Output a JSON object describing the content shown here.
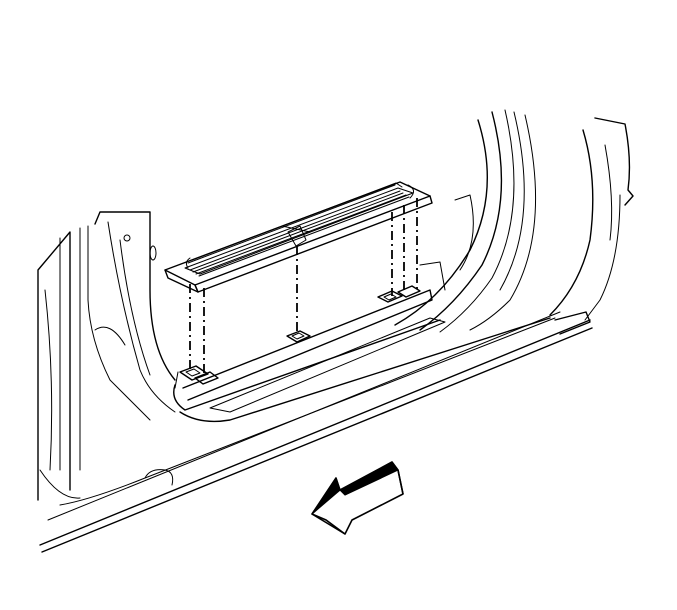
{
  "figure": {
    "kind": "technical line illustration",
    "colors": {
      "line": "#000000",
      "background": "#ffffff",
      "arrow_fill": "#000000"
    },
    "icons": [
      "sill-plate",
      "fastener-clips",
      "front-direction-arrow"
    ],
    "fastener_count": 5
  }
}
